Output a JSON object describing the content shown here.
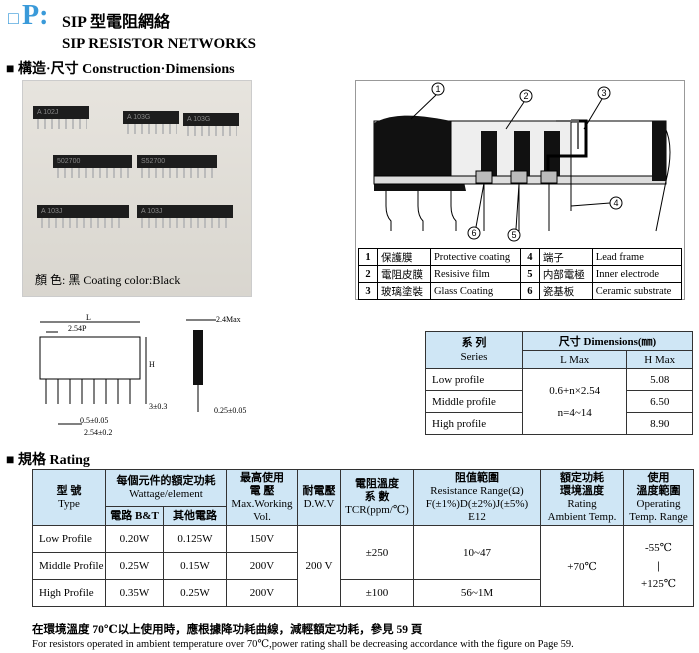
{
  "header": {
    "square": "□",
    "letter": "P:",
    "title_cn": "SIP 型電阻網絡",
    "title_en": "SIP RESISTOR NETWORKS"
  },
  "construction": {
    "heading": "■ 構造·尺寸 Construction·Dimensions",
    "coating": "顏 色: 黑 Coating color:Black",
    "callouts": [
      "1",
      "2",
      "3",
      "4",
      "5",
      "6"
    ],
    "parts": [
      {
        "num": "1",
        "cn": "保護膜",
        "en": "Protective coating"
      },
      {
        "num": "2",
        "cn": "電阻皮膜",
        "en": "Resisive film"
      },
      {
        "num": "3",
        "cn": "玻璃塗裝",
        "en": "Glass Coating"
      },
      {
        "num": "4",
        "cn": "端子",
        "en": "Lead frame"
      },
      {
        "num": "5",
        "cn": "内部電極",
        "en": "Inner electrode"
      },
      {
        "num": "6",
        "cn": "瓷基板",
        "en": "Ceramic substrate"
      }
    ],
    "chip_labels": [
      "A 102J",
      "A 103G",
      "A 103G",
      "502700",
      "S52700",
      "A 103J",
      "A 103J"
    ]
  },
  "drawing": {
    "L": "L",
    "pitch": "2.54P",
    "H": "H",
    "lead_len": "3±0.3",
    "lead_w": "0.5±0.05",
    "pitch_tol": "2.54±0.2",
    "thick": "2.4Max",
    "lead_t": "0.25±0.05"
  },
  "dimensions": {
    "h_series_cn": "系 列",
    "h_series_en": "Series",
    "h_dim": "尺寸 Dimensions(㎜)",
    "h_L": "L Max",
    "h_H": "H Max",
    "L_formula": "0.6+n×2.54",
    "n_range": "n=4~14",
    "rows": [
      {
        "series": "Low profile",
        "H": "5.08"
      },
      {
        "series": "Middle profile",
        "H": "6.50"
      },
      {
        "series": "High profile",
        "H": "8.90"
      }
    ]
  },
  "rating": {
    "heading": "■ 規格 Rating",
    "h_type_cn": "型 號",
    "h_type_en": "Type",
    "h_watt_cn": "每個元件的額定功耗",
    "h_watt_en": "Wattage/element",
    "h_bt": "電路 B&T",
    "h_other": "其他電路",
    "h_volt_cn1": "最高使用",
    "h_volt_cn2": "電 壓",
    "h_volt_en1": "Max.Working",
    "h_volt_en2": "Vol.",
    "h_dwv_cn": "耐電壓",
    "h_dwv_en": "D.W.V",
    "h_tcr_cn1": "電阻溫度",
    "h_tcr_cn2": "系 數",
    "h_tcr_en": "TCR(ppm/℃)",
    "h_range_cn": "阻值範圍",
    "h_range_en": "Resistance Range(Ω)",
    "h_range_tol": "F(±1%)D(±2%)J(±5%)",
    "h_range_series": "E12",
    "h_amb_cn1": "額定功耗",
    "h_amb_cn2": "環境溫度",
    "h_amb_en1": "Rating",
    "h_amb_en2": "Ambient Temp.",
    "h_op_cn1": "使用",
    "h_op_cn2": "溫度範圍",
    "h_op_en1": "Operating",
    "h_op_en2": "Temp. Range",
    "rows": [
      {
        "type": "Low Profile",
        "bt": "0.20W",
        "other": "0.125W",
        "volt": "150V"
      },
      {
        "type": "Middle Profile",
        "bt": "0.25W",
        "other": "0.15W",
        "volt": "200V"
      },
      {
        "type": "High Profile",
        "bt": "0.35W",
        "other": "0.25W",
        "volt": "200V"
      }
    ],
    "dwv": "200 V",
    "tcr": [
      "±250",
      "±100"
    ],
    "ranges": [
      "10~47",
      "56~1M"
    ],
    "ambient": "+70℃",
    "op_low": "-55℃",
    "op_high": "+125℃",
    "note_cn": "在環境溫度 70℃以上使用時，應根據降功耗曲線，減輕額定功耗，參見 59 頁",
    "note_en": "For resistors operated in ambient temperature over 70℃,power rating shall be decreasing accordance with the figure on Page 59."
  }
}
